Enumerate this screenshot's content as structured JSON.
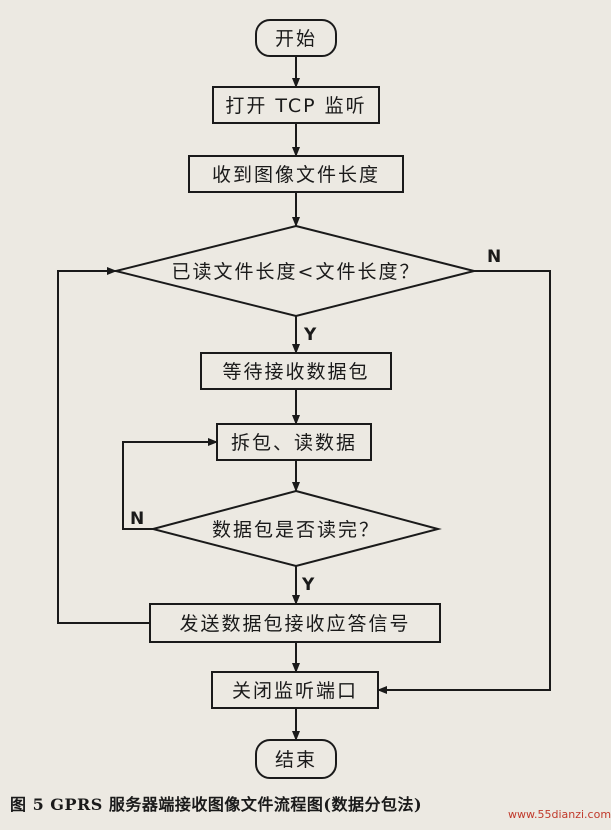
{
  "flowchart": {
    "start": "开始",
    "open_tcp": "打开 TCP 监听",
    "receive_length": "收到图像文件长度",
    "decision_length": "已读文件长度<文件长度？",
    "wait_packet": "等待接收数据包",
    "unpack_read": "拆包、读数据",
    "decision_packet": "数据包是否读完？",
    "send_ack": "发送数据包接收应答信号",
    "close_port": "关闭监听端口",
    "end": "结束",
    "label_n_outer": "N",
    "label_y_outer": "Y",
    "label_n_inner": "N",
    "label_y_inner": "Y"
  },
  "caption": "图 5   GPRS 服务器端接收图像文件流程图(数据分包法)",
  "watermark": "www.55dianzi.com"
}
